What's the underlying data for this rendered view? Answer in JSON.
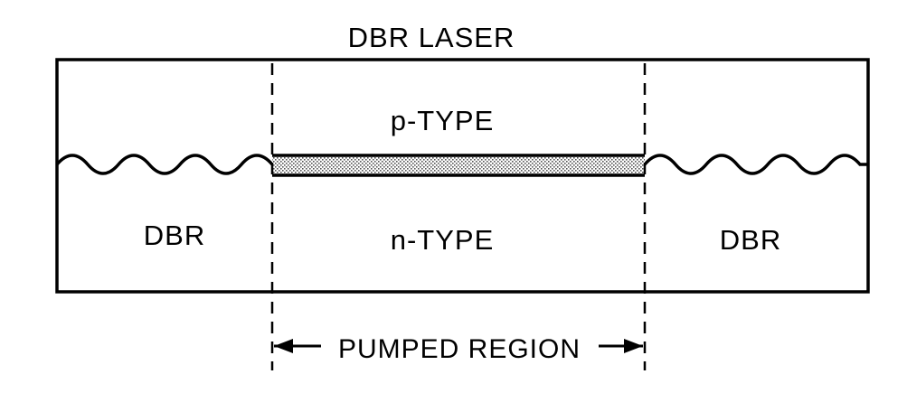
{
  "diagram": {
    "title": "DBR LASER",
    "left_section_label": "DBR",
    "right_section_label": "DBR",
    "upper_layer_label": "p-TYPE",
    "lower_layer_label": "n-TYPE",
    "dimension_label": "PUMPED REGION"
  },
  "colors": {
    "ink": "#000000",
    "background": "#ffffff",
    "active_layer_fill": "#bdbdbd"
  }
}
